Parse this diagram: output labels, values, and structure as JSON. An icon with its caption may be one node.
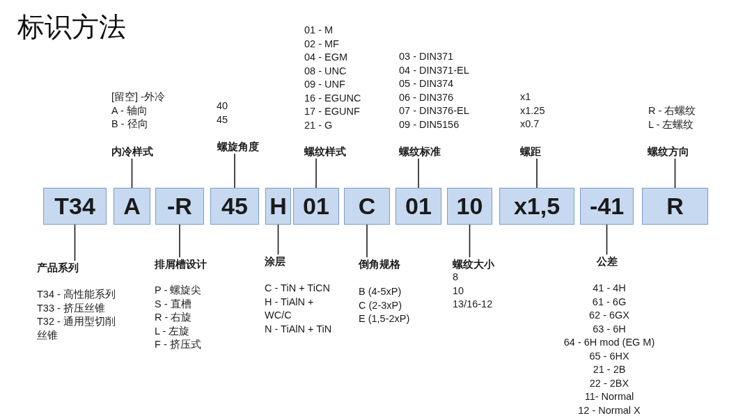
{
  "diagram": {
    "title": "标识方法",
    "nodes": [
      {
        "text": [
          "内冷样式"
        ],
        "beside": [
          "[留空] -外冷",
          "A - 轴向",
          "B - 径向"
        ]
      },
      {
        "text": [
          "螺旋角度"
        ],
        "beside": [
          "40",
          "45"
        ]
      },
      {
        "text": [
          "螺纹样式"
        ],
        "beside": [
          "01 - M",
          "02 - MF",
          "04 - EGM",
          "08 - UNC",
          "09 - UNF",
          "16 - EGUNC",
          "17 - EGUNF",
          "21 - G"
        ]
      },
      {
        "text": [
          "螺纹标准"
        ],
        "beside": [
          "03 - DIN371",
          "04 - DIN371-EL",
          "05 - DIN374",
          "06 - DIN376",
          "07 - DIN376-EL",
          "09 - DIN5156"
        ]
      },
      {
        "text": [
          "螺距"
        ],
        "beside": [
          "x1",
          "x1.25",
          "x0.7"
        ]
      },
      {
        "text": [
          "螺纹方向"
        ],
        "beside": [
          "R - 右螺纹",
          "L - 左螺纹"
        ]
      },
      {
        "text": [
          "T34"
        ]
      },
      {
        "text": [
          "A"
        ]
      },
      {
        "text": [
          "-R"
        ]
      },
      {
        "text": [
          "45"
        ]
      },
      {
        "text": [
          "H"
        ]
      },
      {
        "text": [
          "01"
        ]
      },
      {
        "text": [
          "C"
        ]
      },
      {
        "text": [
          "01"
        ]
      },
      {
        "text": [
          "10"
        ]
      },
      {
        "text": [
          "x1,5"
        ]
      },
      {
        "text": [
          "-41"
        ]
      },
      {
        "text": [
          "R"
        ]
      },
      {
        "text": [
          "产品系列"
        ],
        "beside": [
          "T34 - 高性能系列",
          "T33 - 挤压丝锥",
          "T32 - 通用型切削丝锥"
        ]
      },
      {
        "text": [
          "排屑槽设计"
        ],
        "beside": [
          "P - 螺旋尖",
          "S - 直槽",
          "R - 右旋",
          "L - 左旋",
          "F - 挤压式"
        ]
      },
      {
        "text": [
          "涂层"
        ],
        "beside": [
          "C - TiN + TiCN",
          "H - TiAlN + WC/C",
          "N - TiAlN + TiN"
        ]
      },
      {
        "text": [
          "倒角规格"
        ],
        "beside": [
          "B (4-5xP)",
          "C (2-3xP)",
          "E (1,5-2xP)"
        ]
      },
      {
        "text": [
          "螺纹大小"
        ],
        "beside": [
          "8",
          "10",
          "13/16-12"
        ]
      },
      {
        "text": [
          "公差"
        ],
        "beside": [
          "41 - 4H",
          "61 - 6G",
          "62 - 6GX",
          "63 - 6H",
          "64 - 6H mod (EG M)",
          "65 - 6HX",
          "21 - 2B",
          "22 - 2BX",
          "11- Normal",
          "12 - Normal X"
        ]
      }
    ],
    "edges": [
      {
        "from": 0,
        "to": 7,
        "arrow": "none"
      },
      {
        "from": 1,
        "to": 9,
        "arrow": "none"
      },
      {
        "from": 2,
        "to": 11,
        "arrow": "none"
      },
      {
        "from": 3,
        "to": 13,
        "arrow": "none"
      },
      {
        "from": 4,
        "to": 15,
        "arrow": "none"
      },
      {
        "from": 5,
        "to": 17,
        "arrow": "none"
      },
      {
        "from": 18,
        "to": 6,
        "arrow": "none"
      },
      {
        "from": 19,
        "to": 8,
        "arrow": "none"
      },
      {
        "from": 20,
        "to": 10,
        "arrow": "none"
      },
      {
        "from": 21,
        "to": 12,
        "arrow": "none"
      },
      {
        "from": 22,
        "to": 14,
        "arrow": "none"
      },
      {
        "from": 23,
        "to": 16,
        "arrow": "none"
      }
    ]
  }
}
